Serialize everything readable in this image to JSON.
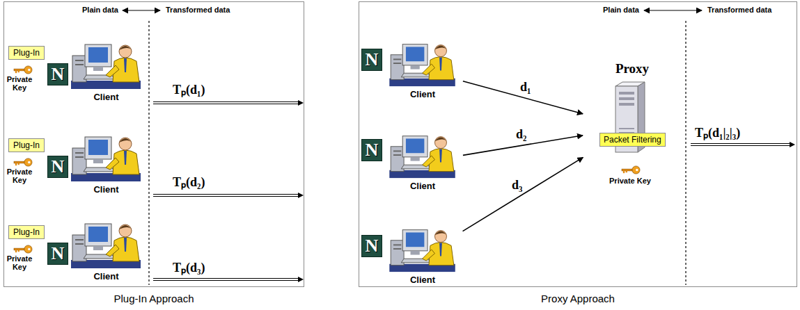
{
  "diagram": {
    "nodes": [
      {
        "text": [
          "Plug-In Approach"
        ]
      },
      {
        "text": [
          "Plug-In"
        ],
        "in": 0
      },
      {
        "text": [
          "N"
        ],
        "in": 0
      },
      {
        "text": [
          "Private Key",
          "Client"
        ],
        "in": 0
      },
      {
        "text": [
          "Plug-In"
        ],
        "in": 0
      },
      {
        "text": [
          "N"
        ],
        "in": 0
      },
      {
        "text": [
          "Private Key",
          "Client"
        ],
        "in": 0
      },
      {
        "text": [
          "Plug-In"
        ],
        "in": 0
      },
      {
        "text": [
          "N"
        ],
        "in": 0
      },
      {
        "text": [
          "Private Key",
          "Client"
        ],
        "in": 0
      },
      {
        "text": [
          "Proxy Approach"
        ]
      },
      {
        "text": [
          "N"
        ],
        "in": 10
      },
      {
        "text": [
          "Client"
        ],
        "in": 10
      },
      {
        "text": [
          "N"
        ],
        "in": 10
      },
      {
        "text": [
          "Client"
        ],
        "in": 10
      },
      {
        "text": [
          "N"
        ],
        "in": 10
      },
      {
        "text": [
          "Client"
        ],
        "in": 10
      },
      {
        "text": [
          "Proxy",
          "Private Key"
        ],
        "in": 10
      },
      {
        "text": [
          "Packet Filtering"
        ],
        "in": 17
      }
    ],
    "edges": [
      {
        "from": 12,
        "to": 17,
        "label": "d₁",
        "arrow": "to"
      },
      {
        "from": 14,
        "to": 17,
        "label": "d₂",
        "arrow": "to"
      },
      {
        "from": 16,
        "to": 17,
        "label": "d₃",
        "arrow": "to"
      }
    ],
    "labels": [
      "Plain data",
      "Transformed data",
      "Tₚ(d₁)",
      "Tₚ(d₂)",
      "Tₚ(d₃)",
      "Plain data",
      "Transformed data",
      "Tₚ(d₁|₂|₃)"
    ]
  }
}
